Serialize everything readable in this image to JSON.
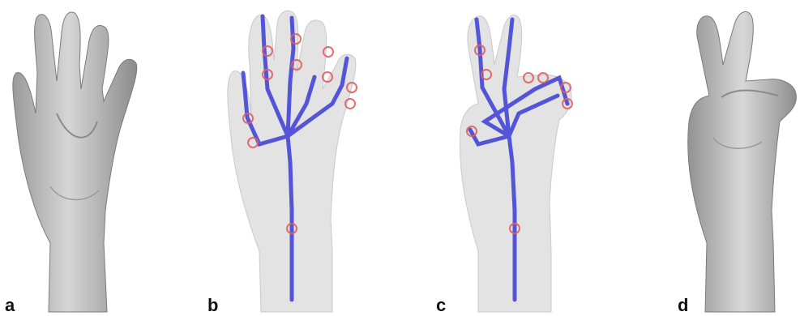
{
  "panels": [
    {
      "label": "a",
      "content": "shaded-mesh-open-hand"
    },
    {
      "label": "b",
      "content": "point-cloud-open-hand-with-skeleton"
    },
    {
      "label": "c",
      "content": "point-cloud-victory-hand-with-skeleton"
    },
    {
      "label": "d",
      "content": "shaded-mesh-victory-hand"
    }
  ],
  "colors": {
    "background": "#ffffff",
    "mesh_fill": "#bdbdbd",
    "mesh_shadow": "#8a8a8a",
    "point_cloud": "#d9d9d9",
    "skeleton": "#3b3bd6",
    "joints": "#e06060"
  }
}
